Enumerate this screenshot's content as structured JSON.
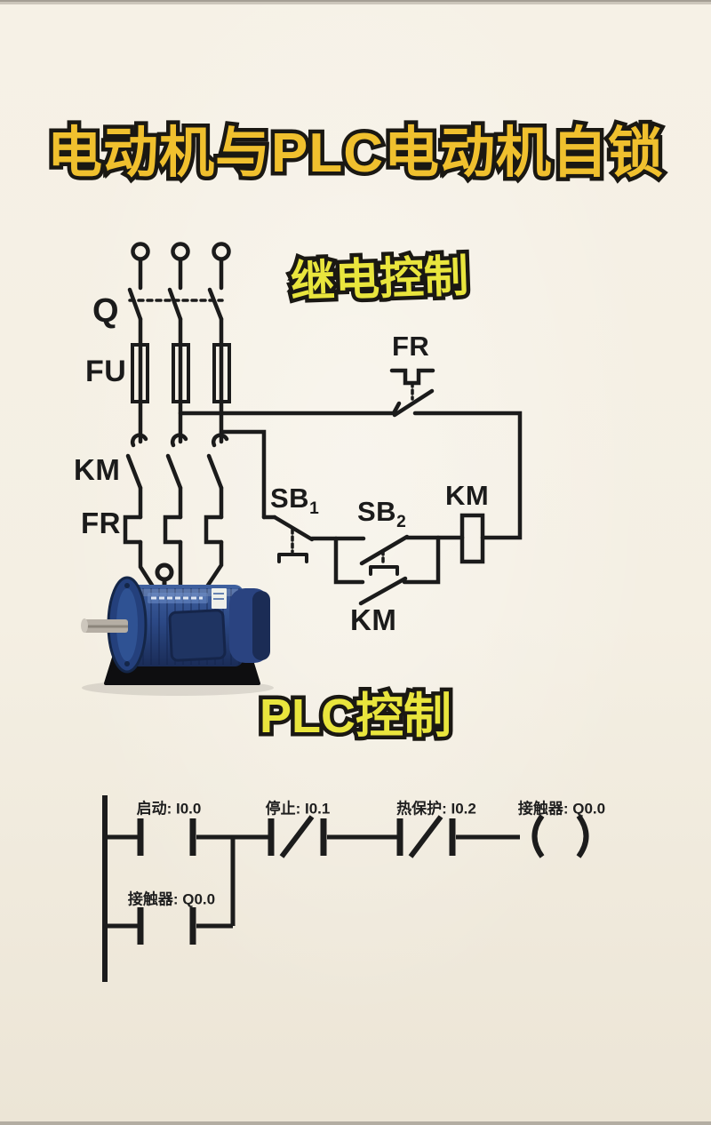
{
  "title": "电动机与PLC电动机自锁",
  "relay_section": {
    "heading": "继电控制",
    "labels": {
      "disconnect_switch": "Q",
      "fuse": "FU",
      "contactor_main_contacts": "KM",
      "thermal_relay_element": "FR",
      "thermal_relay_contact": "FR",
      "stop_button_base": "SB",
      "stop_button_sub": "1",
      "start_button_base": "SB",
      "start_button_sub": "2",
      "contactor_coil": "KM",
      "self_latch_contact": "KM"
    }
  },
  "plc_section": {
    "heading": "PLC控制",
    "ladder": {
      "contacts": [
        {
          "label": "启动: I0.0",
          "type": "NO"
        },
        {
          "label": "停止: I0.1",
          "type": "NC"
        },
        {
          "label": "热保护: I0.2",
          "type": "NC"
        }
      ],
      "coil": {
        "label": "接触器: Q0.0"
      },
      "latch_contact": {
        "label": "接触器: Q0.0",
        "type": "NO"
      }
    }
  },
  "colors": {
    "background": "#f4efe3",
    "line": "#1b1b1b",
    "title_fill": "#f0c02e",
    "heading_fill": "#e9e53d",
    "outline": "#1a1813",
    "motor_blue": "#2c4986"
  }
}
